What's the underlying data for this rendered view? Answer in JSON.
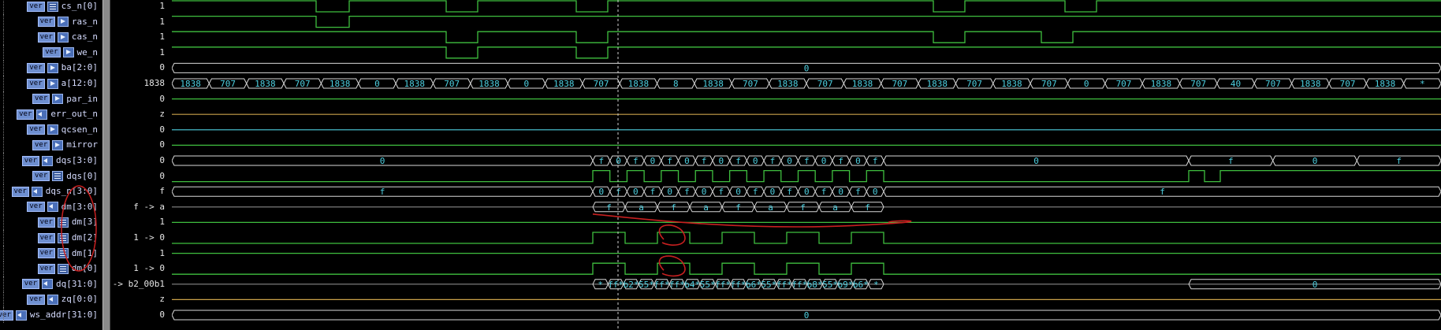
{
  "signals": [
    {
      "name": "cs_n[0]",
      "value": "1",
      "icon": "bus-icon",
      "expandable": true
    },
    {
      "name": "ras_n",
      "value": "1",
      "icon": "output-arrow-icon",
      "expandable": false
    },
    {
      "name": "cas_n",
      "value": "1",
      "icon": "output-arrow-icon",
      "expandable": false
    },
    {
      "name": "we_n",
      "value": "1",
      "icon": "output-arrow-icon",
      "expandable": false
    },
    {
      "name": "ba[2:0]",
      "value": "0",
      "icon": "output-arrow-icon",
      "expandable": true
    },
    {
      "name": "a[12:0]",
      "value": "1838",
      "icon": "output-arrow-icon",
      "expandable": true
    },
    {
      "name": "par_in",
      "value": "0",
      "icon": "output-arrow-icon",
      "expandable": false
    },
    {
      "name": "err_out_n",
      "value": "z",
      "icon": "inout-icon",
      "expandable": false
    },
    {
      "name": "qcsen_n",
      "value": "0",
      "icon": "output-arrow-icon",
      "expandable": false
    },
    {
      "name": "mirror",
      "value": "0",
      "icon": "output-arrow-icon",
      "expandable": false
    },
    {
      "name": "dqs[3:0]",
      "value": "0",
      "icon": "inout-icon",
      "expandable": true
    },
    {
      "name": "dqs[0]",
      "value": "0",
      "icon": "bus-icon",
      "expandable": false
    },
    {
      "name": "dqs_n[3:0]",
      "value": "f",
      "icon": "inout-icon",
      "expandable": true
    },
    {
      "name": "dm[3:0]",
      "value": "f -> a",
      "icon": "inout-icon",
      "expandable": true
    },
    {
      "name": "dm[3]",
      "value": "1",
      "icon": "bus-icon",
      "expandable": false
    },
    {
      "name": "dm[2]",
      "value": "1 -> 0",
      "icon": "bus-icon",
      "expandable": false
    },
    {
      "name": "dm[1]",
      "value": "1",
      "icon": "bus-icon",
      "expandable": false
    },
    {
      "name": "dm[0]",
      "value": "1 -> 0",
      "icon": "bus-icon",
      "expandable": false
    },
    {
      "name": "dq[31:0]",
      "value": "-> b2_00b1",
      "icon": "inout-icon",
      "expandable": true
    },
    {
      "name": "zq[0:0]",
      "value": "z",
      "icon": "inout-icon",
      "expandable": true
    },
    {
      "name": "ws_addr[31:0]",
      "value": "0",
      "icon": "inout-icon",
      "expandable": true
    }
  ],
  "tag_label": "ver",
  "bus_values": {
    "a": [
      "1838",
      "707",
      "1838",
      "707",
      "1838",
      "0",
      "1838",
      "707",
      "1838",
      "0",
      "1838",
      "707",
      "1838",
      "8",
      "1838",
      "707",
      "1838",
      "707",
      "1838",
      "707",
      "1838",
      "707",
      "1838",
      "707",
      "0",
      "707",
      "1838",
      "707",
      "40",
      "707",
      "1838",
      "707",
      "1838",
      "*"
    ],
    "ba": "0",
    "dqs_pre": "0",
    "dqs_burst": [
      "f",
      "0",
      "f",
      "0",
      "f",
      "0",
      "f",
      "0",
      "f",
      "0",
      "f",
      "0",
      "f",
      "0",
      "f",
      "0",
      "f"
    ],
    "dqs_post": "0",
    "dqs_tail": [
      "f",
      "0",
      "f"
    ],
    "dqs_n_pre": "f",
    "dqs_n_burst": [
      "0",
      "f",
      "0",
      "f",
      "0",
      "f",
      "0",
      "f",
      "0",
      "f",
      "0",
      "f",
      "0",
      "f",
      "0",
      "f",
      "0"
    ],
    "dqs_n_post": "f",
    "dm_burst": [
      "f",
      "a",
      "f",
      "a",
      "f",
      "a",
      "f",
      "a",
      "f"
    ],
    "dq_burst": [
      "*",
      "ff*",
      "b2*",
      "55*",
      "ff*",
      "ff*",
      "b4*",
      "55*",
      "ff*",
      "ff*",
      "b6*",
      "55*",
      "ff*",
      "ff*",
      "b8*",
      "55*",
      "b9*",
      "b6*",
      "*"
    ],
    "dq_tail": "0",
    "ws_addr": "0"
  },
  "colors": {
    "wave_green": "#3fbf3f",
    "wave_cyan": "#4fd0e0",
    "bus_outline": "#d8d8d8",
    "annotation_red": "#c82020",
    "cursor": "#d0d0d0"
  }
}
